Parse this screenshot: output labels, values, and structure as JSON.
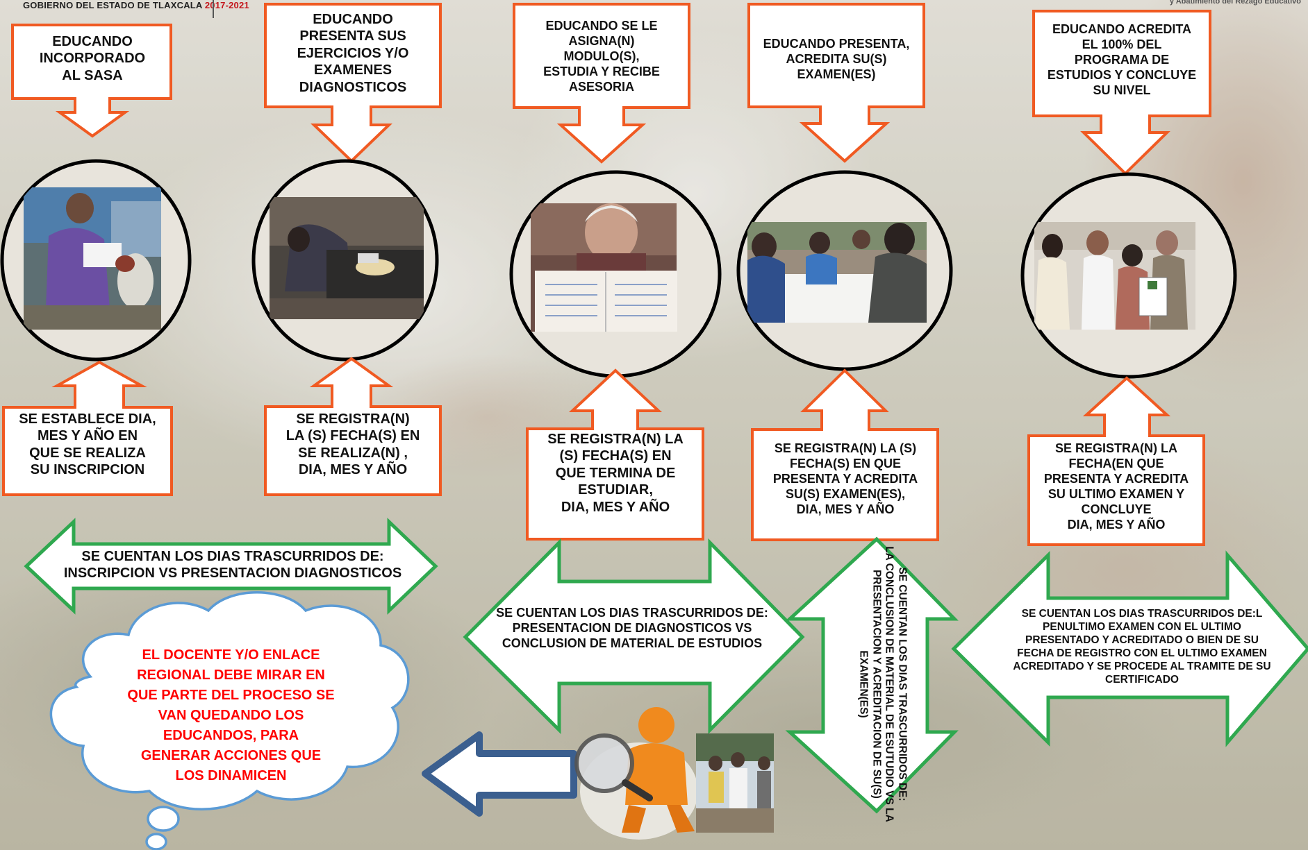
{
  "header": {
    "org_line": "GOBIERNO DEL ESTADO DE TLAXCALA",
    "years": "2017-2021",
    "right_caption": "y Abatimiento del Rezago Educativo"
  },
  "colors": {
    "orange": "#f05a22",
    "green": "#2fa84f",
    "blue_arrow": "#3b5f8f",
    "cloud_border": "#5b9bd5",
    "cloud_text": "#ff0000"
  },
  "top_boxes": [
    {
      "text": "EDUCANDO\nINCORPORADO\nAL SASA"
    },
    {
      "text": "EDUCANDO\nPRESENTA SUS\nEJERCICIOS Y/O\nEXAMENES\nDIAGNOSTICOS"
    },
    {
      "text": "EDUCANDO SE LE\nASIGNA(N)\nMODULO(S),\nESTUDIA Y RECIBE\nASESORIA"
    },
    {
      "text": "EDUCANDO PRESENTA,\nACREDITA SU(S)\nEXAMEN(ES)"
    },
    {
      "text": "EDUCANDO ACREDITA\nEL 100% DEL\nPROGRAMA DE\nESTUDIOS Y CONCLUYE\nSU NIVEL"
    }
  ],
  "photos": [
    {
      "icon": "photo-elderly-woman-studying"
    },
    {
      "icon": "photo-students-writing"
    },
    {
      "icon": "photo-elderly-woman-notebook"
    },
    {
      "icon": "photo-group-taking-exam"
    },
    {
      "icon": "photo-certificate-ceremony"
    }
  ],
  "bottom_boxes": [
    {
      "text": "SE ESTABLECE DIA,\nMES Y AÑO EN\nQUE SE REALIZA\nSU INSCRIPCION"
    },
    {
      "text": "SE REGISTRA(N)\nLA (S) FECHA(S) EN\nSE REALIZA(N) ,\nDIA, MES Y AÑO"
    },
    {
      "text": "SE REGISTRA(N)  LA\n(S) FECHA(S) EN\nQUE TERMINA DE\nESTUDIAR,\nDIA, MES Y AÑO"
    },
    {
      "text": "SE REGISTRA(N)  LA (S)\nFECHA(S) EN QUE\nPRESENTA  Y ACREDITA\nSU(S) EXAMEN(ES),\nDIA, MES Y AÑO"
    },
    {
      "text": "SE REGISTRA(N)  LA\nFECHA(EN QUE\nPRESENTA  Y ACREDITA\nSU ULTIMO  EXAMEN Y\nCONCLUYE\nDIA, MES Y AÑO"
    }
  ],
  "green_arrows": [
    {
      "text": "SE CUENTAN LOS DIAS TRASCURRIDOS DE:\nINSCRIPCION VS PRESENTACION DIAGNOSTICOS"
    },
    {
      "text": "SE CUENTAN LOS DIAS TRASCURRIDOS DE:\nPRESENTACION DE DIAGNOSTICOS VS\nCONCLUSION DE MATERIAL DE ESTUDIOS"
    },
    {
      "text": "SE CUENTAN LOS DIAS TRASCURRIDOS DE:\nLA CONCLUSION DE  MATERIAL DE ESUTUDIO VS LA\nPRESENTACION Y ACREDITACION DE SU(S)\nEXAMEN(ES)"
    },
    {
      "text": "SE CUENTAN LOS DIAS TRASCURRIDOS DE:L\nPENULTIMO EXAMEN  CON EL ULTIMO\nPRESENTADO Y ACREDITADO O BIEN DE SU\nFECHA DE REGISTRO CON EL ULTIMO EXAMEN\nACREDITADO Y SE PROCEDE AL TRAMITE DE SU\nCERTIFICADO"
    }
  ],
  "cloud": {
    "text": "EL DOCENTE Y/O ENLACE\nREGIONAL DEBE MIRAR EN\nQUE PARTE DEL PROCESO SE\nVAN QUEDANDO LOS\nEDUCANDOS, PARA\nGENERAR ACCIONES QUE\nLOS DINAMICEN"
  },
  "bottom_icons": {
    "left_arrow": "left-arrow-icon",
    "figure": "magnifier-person-icon",
    "photo": "photo-group-meeting"
  }
}
